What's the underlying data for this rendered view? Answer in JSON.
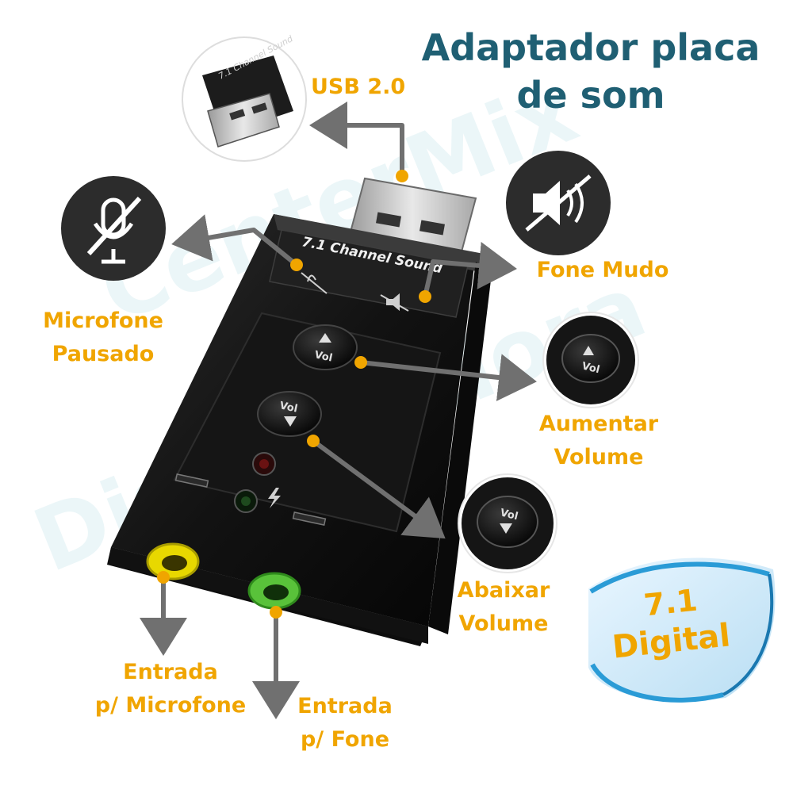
{
  "title": {
    "line1": "Adaptador placa",
    "line2": "de som"
  },
  "device": {
    "brand_text": "7.1 Channel Sound",
    "vol_text": "Vol"
  },
  "labels": {
    "usb": "USB 2.0",
    "mute_mic": [
      "Microfone",
      "Pausado"
    ],
    "mute_headphone": "Fone Mudo",
    "vol_up": [
      "Aumentar",
      "Volume"
    ],
    "vol_down": [
      "Abaixar",
      "Volume"
    ],
    "mic_input": [
      "Entrada",
      "p/ Microfone"
    ],
    "headphone_input": [
      "Entrada",
      "p/ Fone"
    ]
  },
  "badge": {
    "line1": "7.1",
    "line2": "Digital"
  },
  "watermark": [
    "CenterMix",
    "Distribuidora"
  ],
  "colors": {
    "title": "#1f5f73",
    "label": "#f0a500",
    "arrow": "#707070",
    "device": "#1a1a1a",
    "jack_mic": "#e8d800",
    "jack_headphone": "#59c23a",
    "badge_blue": "#2a9bd6"
  },
  "icons": [
    "microphone-muted-icon",
    "speaker-muted-icon",
    "usb-plug-icon",
    "vol-up-button-icon",
    "vol-down-button-icon"
  ]
}
